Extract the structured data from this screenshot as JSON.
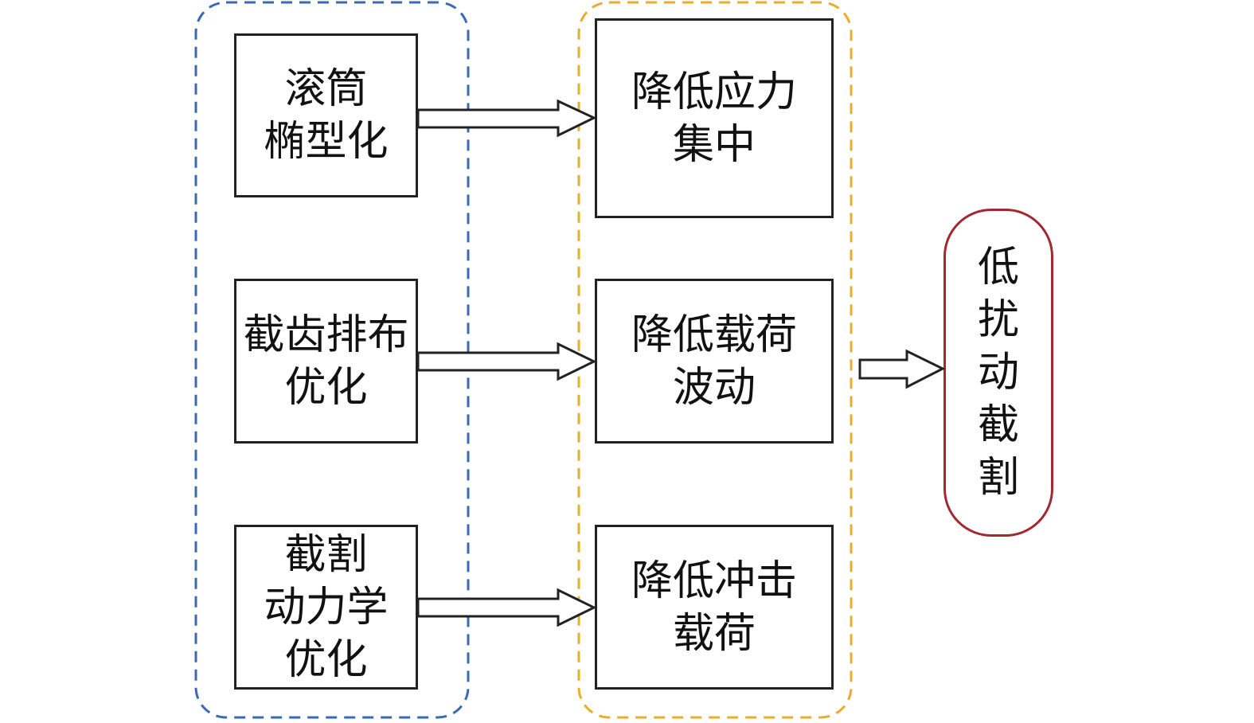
{
  "diagram": {
    "colors": {
      "methods_group_border": "#3a6ab4",
      "effects_group_border": "#e8ad2a",
      "goal_border": "#a02a30",
      "box_border": "#222222",
      "arrow_stroke": "#222222"
    },
    "methods": [
      {
        "label": "滚筒\n椭型化"
      },
      {
        "label": "截齿排布\n优化"
      },
      {
        "label": "截割\n动力学\n优化"
      }
    ],
    "effects": [
      {
        "label": "降低应力\n集中"
      },
      {
        "label": "降低载荷\n波动"
      },
      {
        "label": "降低冲击\n载荷"
      }
    ],
    "goal": {
      "label": "低扰动截割"
    }
  }
}
